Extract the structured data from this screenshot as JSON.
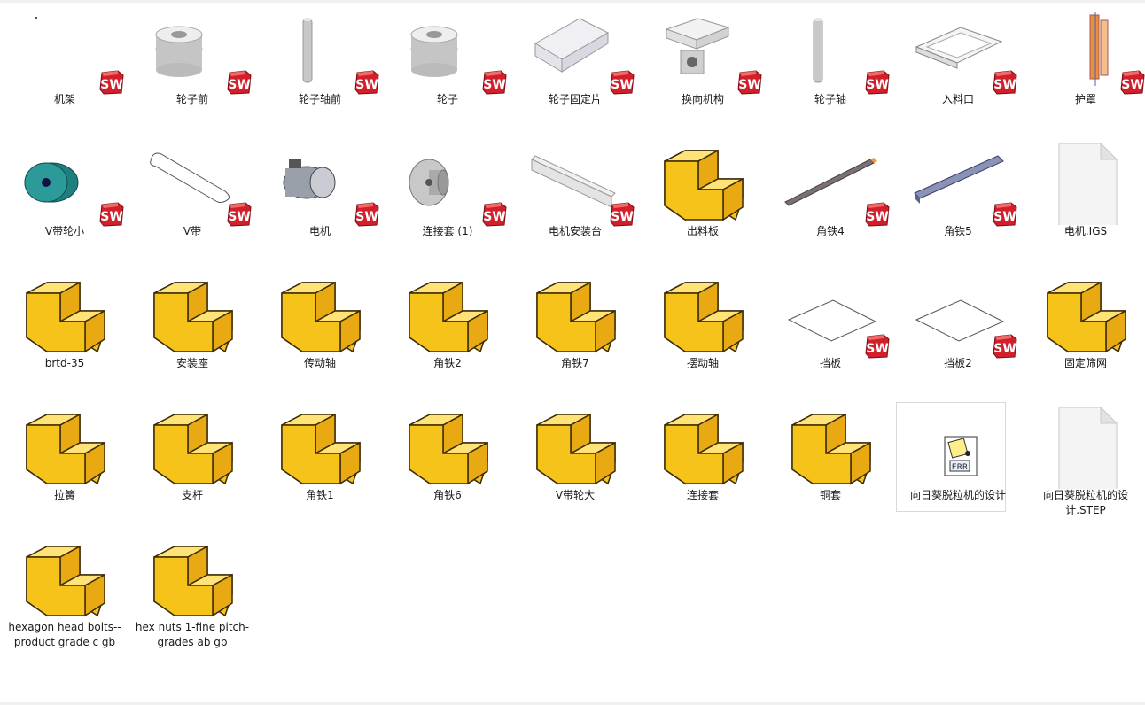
{
  "colors": {
    "folder": "#f6c31b",
    "folder_top": "#ffe377",
    "folder_side": "#e8a912",
    "sw_red": "#d1202b"
  },
  "items": [
    {
      "label": "机架",
      "icon": "sw-part-blank-icon"
    },
    {
      "label": "轮子前",
      "icon": "sw-part-ring-icon"
    },
    {
      "label": "轮子轴前",
      "icon": "sw-part-rod-icon"
    },
    {
      "label": "轮子",
      "icon": "sw-part-ring-icon"
    },
    {
      "label": "轮子固定片",
      "icon": "sw-part-wedge-icon"
    },
    {
      "label": "换向机构",
      "icon": "sw-part-block-icon"
    },
    {
      "label": "轮子轴",
      "icon": "sw-part-rod-icon"
    },
    {
      "label": "入料口",
      "icon": "sw-part-hopper-icon"
    },
    {
      "label": "护罩",
      "icon": "sw-part-guard-icon"
    },
    {
      "label": "V带轮小",
      "icon": "sw-part-pulley-icon"
    },
    {
      "label": "V带",
      "icon": "sw-part-belt-icon"
    },
    {
      "label": "电机",
      "icon": "sw-part-motor-icon"
    },
    {
      "label": "连接套 (1)",
      "icon": "sw-part-flange-icon"
    },
    {
      "label": "电机安装台",
      "icon": "sw-part-plate-icon"
    },
    {
      "label": "出料板",
      "icon": "step-file-icon"
    },
    {
      "label": "角铁4",
      "icon": "sw-part-angle-icon"
    },
    {
      "label": "角铁5",
      "icon": "sw-part-bar-icon"
    },
    {
      "label": "电机.IGS",
      "icon": "blank-file-icon"
    },
    {
      "label": "brtd-35",
      "icon": "step-file-icon"
    },
    {
      "label": "安装座",
      "icon": "step-file-icon"
    },
    {
      "label": "传动轴",
      "icon": "step-file-icon"
    },
    {
      "label": "角铁2",
      "icon": "step-file-icon"
    },
    {
      "label": "角铁7",
      "icon": "step-file-icon"
    },
    {
      "label": "摆动轴",
      "icon": "step-file-icon"
    },
    {
      "label": "挡板",
      "icon": "sw-part-sheet-icon"
    },
    {
      "label": "挡板2",
      "icon": "sw-part-sheet-icon"
    },
    {
      "label": "固定筛网",
      "icon": "step-file-icon"
    },
    {
      "label": "拉簧",
      "icon": "step-file-icon"
    },
    {
      "label": "支杆",
      "icon": "step-file-icon"
    },
    {
      "label": "角铁1",
      "icon": "step-file-icon"
    },
    {
      "label": "角铁6",
      "icon": "step-file-icon"
    },
    {
      "label": "V带轮大",
      "icon": "step-file-icon"
    },
    {
      "label": "连接套",
      "icon": "step-file-icon"
    },
    {
      "label": "铜套",
      "icon": "step-file-icon"
    },
    {
      "label": "向日葵脱粒机的设计",
      "icon": "err-file-icon",
      "selected": true
    },
    {
      "label": "向日葵脱粒机的设计.STEP",
      "icon": "blank-file-icon"
    },
    {
      "label": "hexagon head bolts--product grade c gb",
      "icon": "step-file-icon"
    },
    {
      "label": "hex nuts 1-fine pitch-grades ab gb",
      "icon": "step-file-icon"
    }
  ]
}
